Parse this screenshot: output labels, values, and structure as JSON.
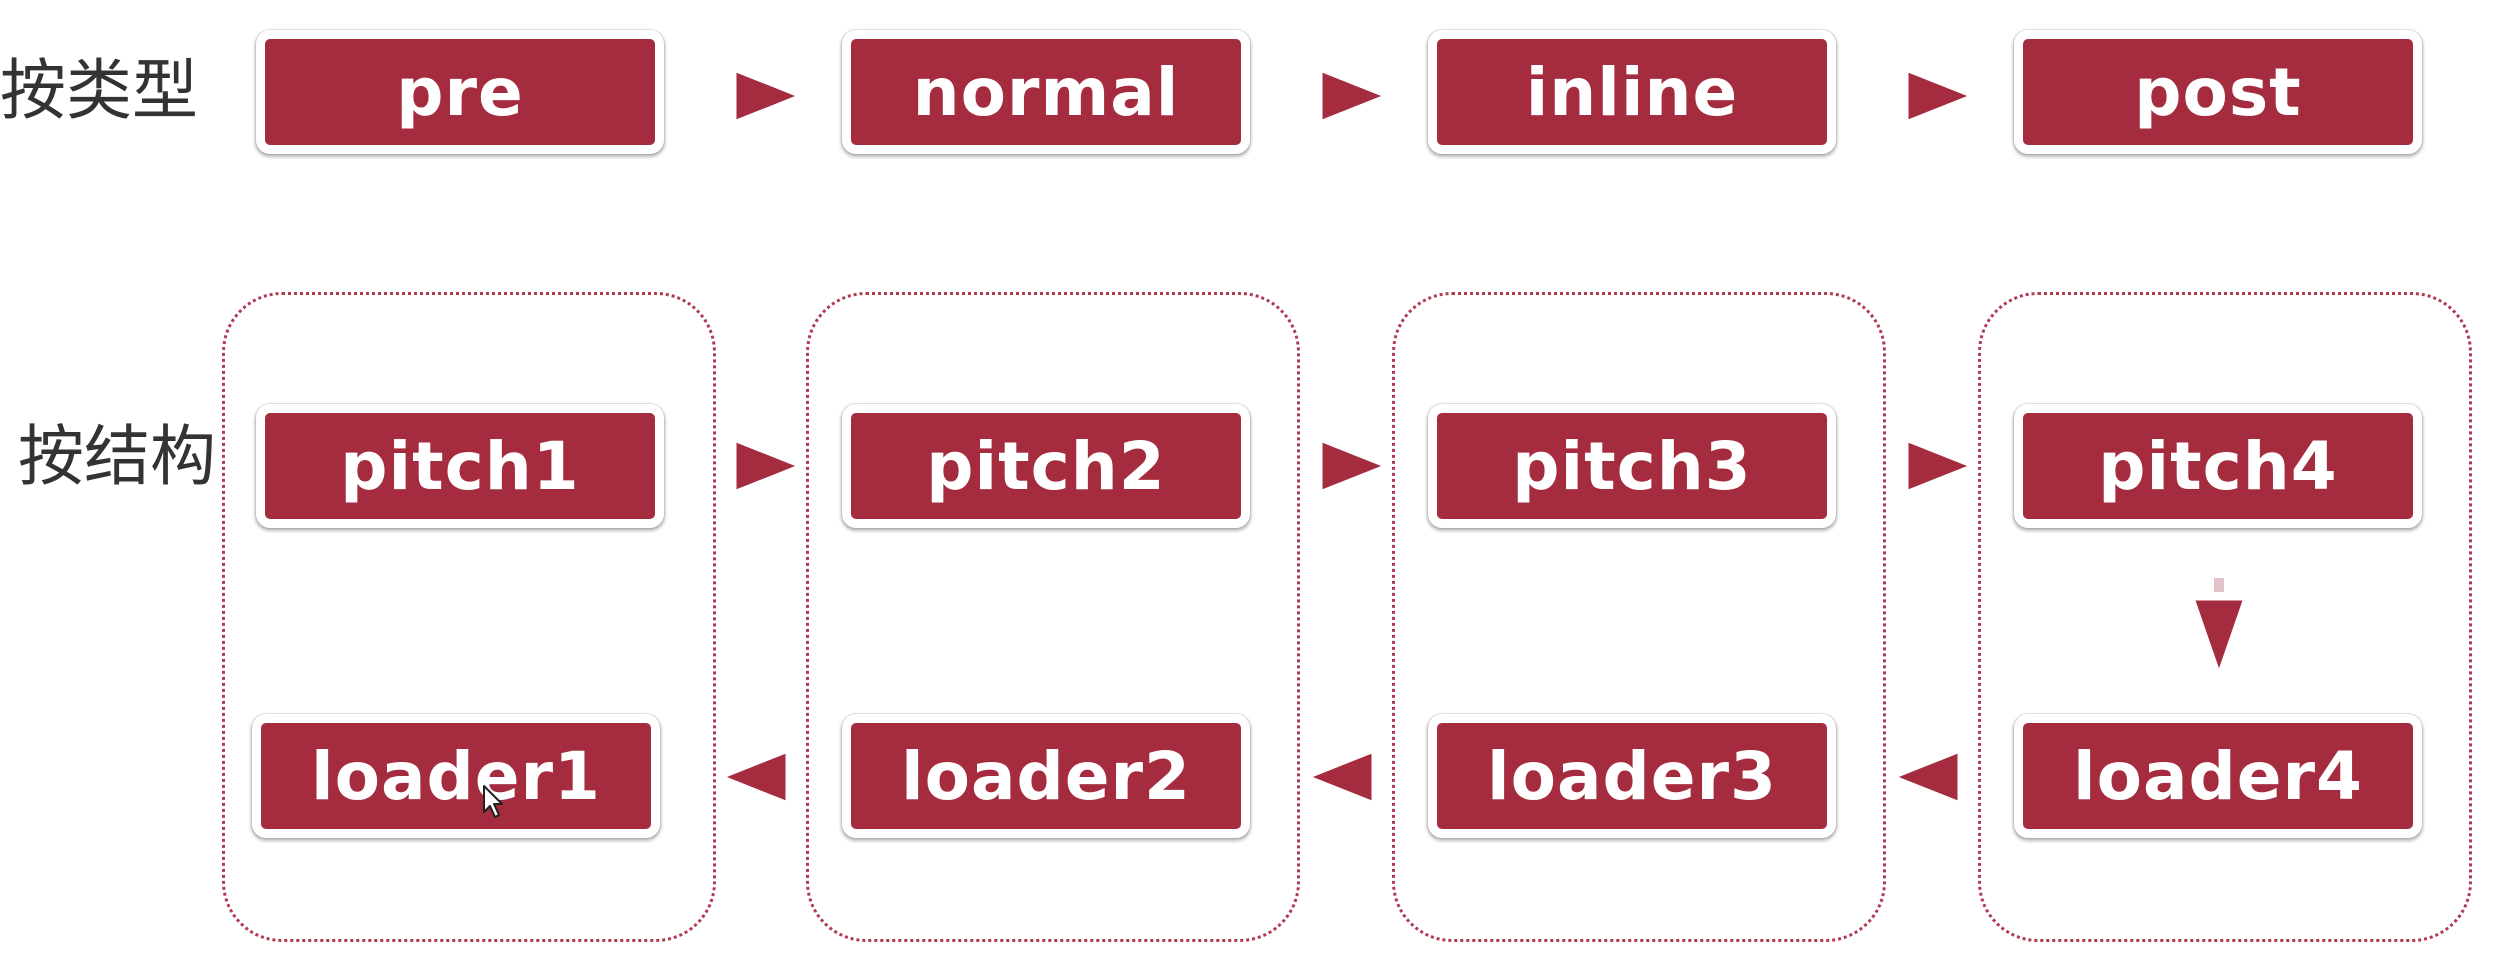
{
  "rows": {
    "by_type_label": "按类型",
    "by_structure_label": "按结构"
  },
  "type_row": [
    "pre",
    "normal",
    "inline",
    "post"
  ],
  "pitch_row": [
    "pitch1",
    "pitch2",
    "pitch3",
    "pitch4"
  ],
  "loader_row": [
    "loader1",
    "loader2",
    "loader3",
    "loader4"
  ],
  "colors": {
    "box_fill": "#a52b3f",
    "arrow_fill": "#a52b3f",
    "group_border": "#b03a50"
  }
}
